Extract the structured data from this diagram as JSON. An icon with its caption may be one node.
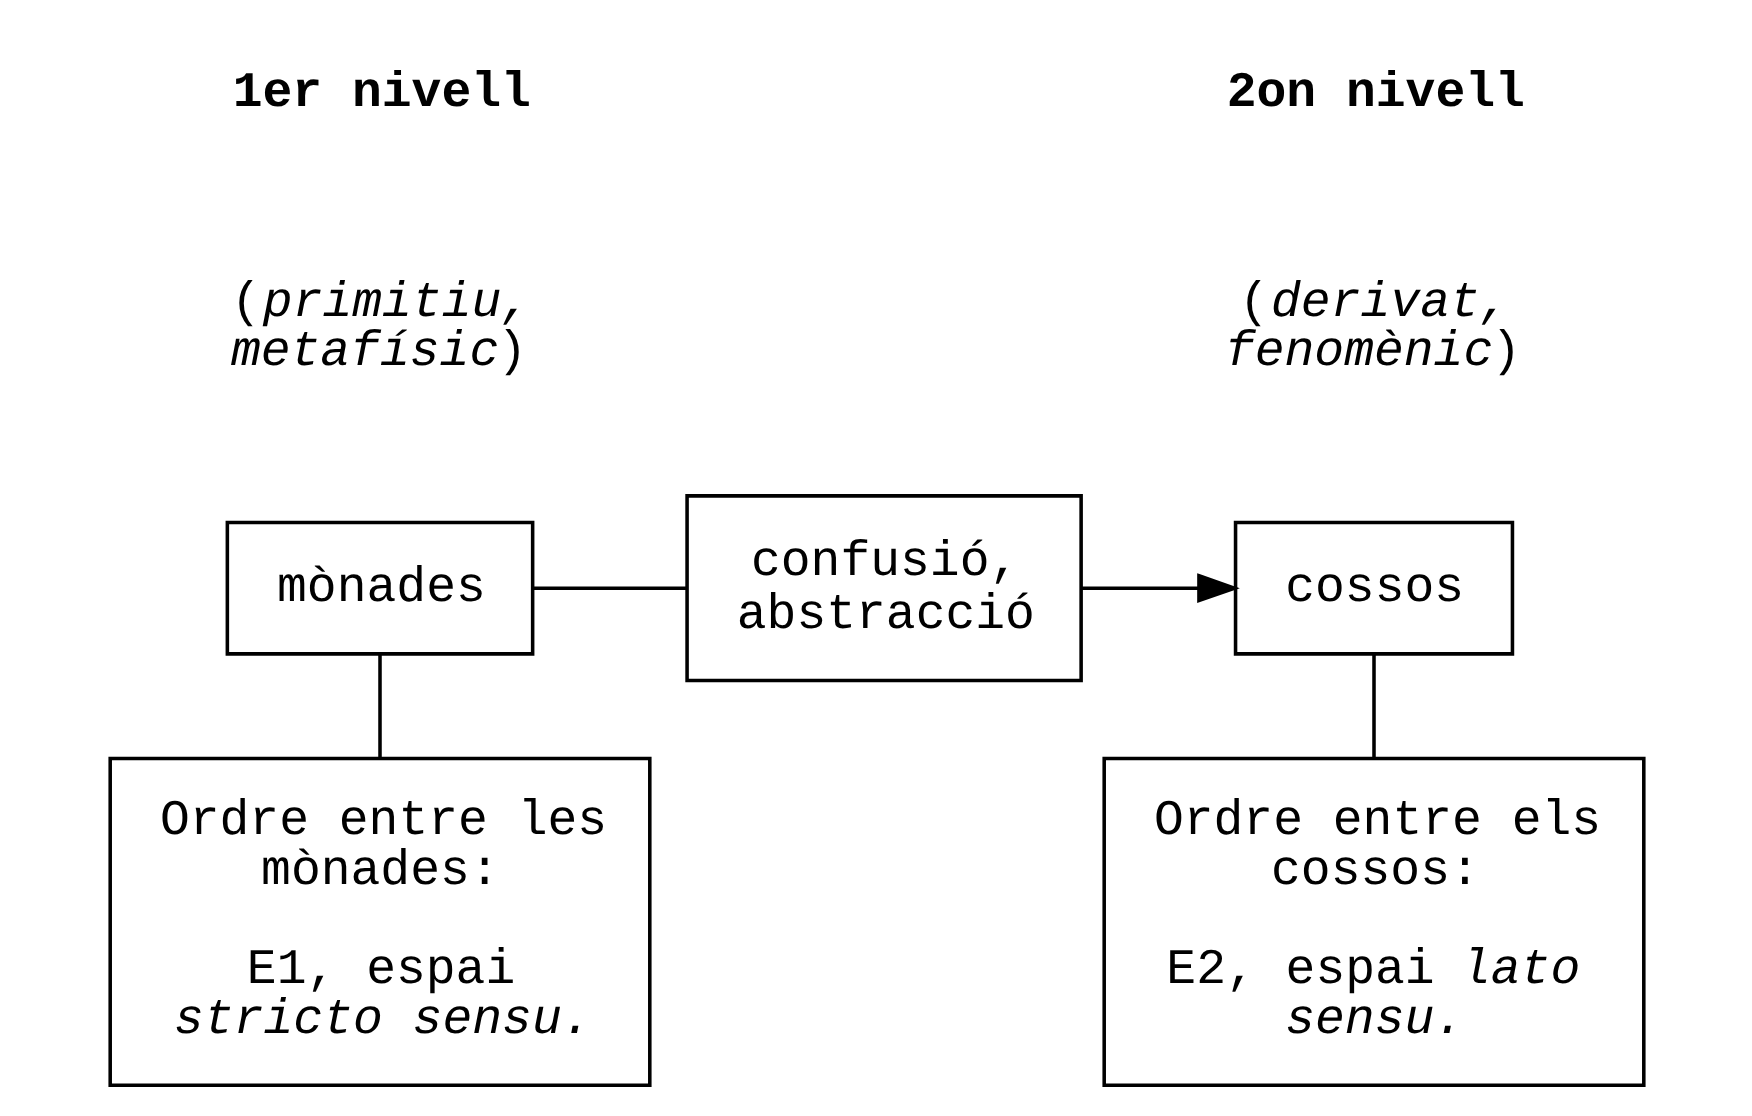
{
  "diagram": {
    "nodes": [
      {
        "text": [
          "mònades"
        ]
      },
      {
        "text": [
          "confusió, abstracció"
        ]
      },
      {
        "text": [
          "cossos"
        ]
      },
      {
        "text": [
          "Ordre entre les mònades:",
          "E1, espai *stricto sensu.*"
        ]
      },
      {
        "text": [
          "Ordre entre els cossos:",
          "E2, espai *lato sensu.*"
        ]
      }
    ],
    "edges": [
      {
        "from": 0,
        "to": 1,
        "arrow": "none"
      },
      {
        "from": 1,
        "to": 2,
        "arrow": "to"
      },
      {
        "from": 0,
        "to": 3,
        "arrow": "none"
      },
      {
        "from": 2,
        "to": 4,
        "arrow": "none"
      }
    ],
    "labels": [
      "1er nivell",
      "(*primitiu, metafísic*)",
      "2on nivell",
      "(*derivat, fenomènic*)"
    ]
  }
}
